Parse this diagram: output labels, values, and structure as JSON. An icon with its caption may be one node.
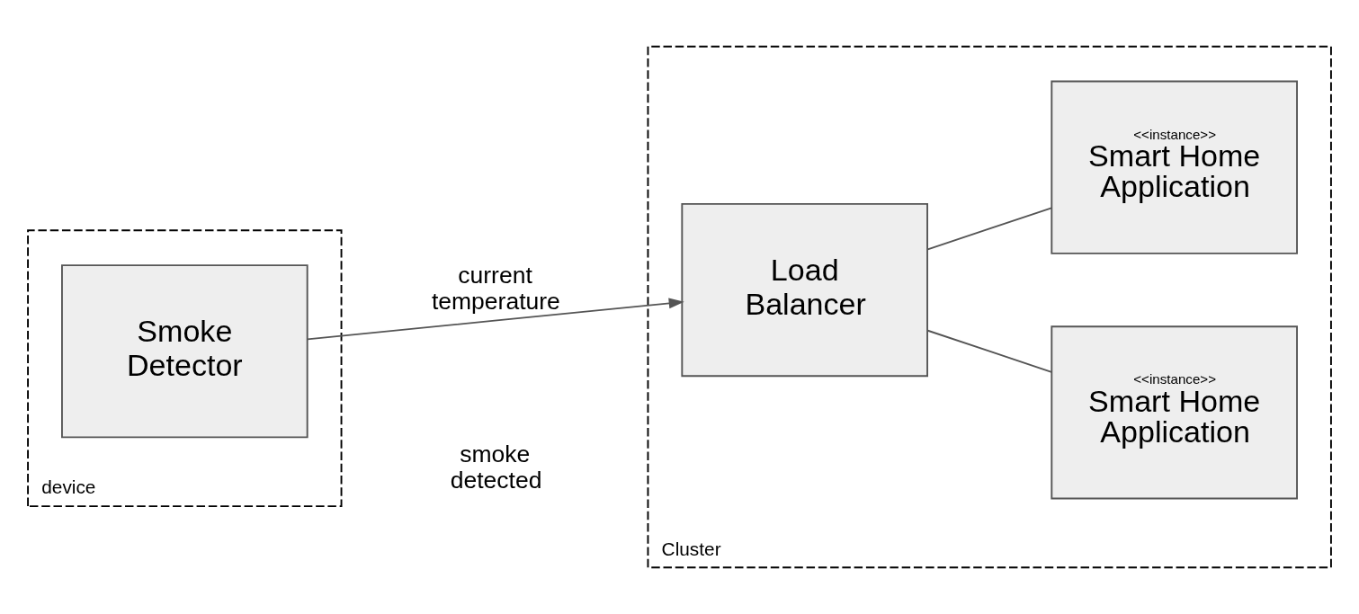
{
  "diagram": {
    "nodes": [
      {
        "text": [
          "device"
        ]
      },
      {
        "text": [
          "Smoke Detector"
        ],
        "in": 0
      },
      {
        "text": [
          "Cluster"
        ]
      },
      {
        "text": [
          "Load Balancer"
        ],
        "in": 2
      },
      {
        "text": [
          "<<instance>>",
          "Smart Home Application"
        ],
        "in": 2
      },
      {
        "text": [
          "<<instance>>",
          "Smart Home Application"
        ],
        "in": 2
      }
    ],
    "edges": [
      {
        "from": 1,
        "to": 3,
        "arrow": "to",
        "label": "current temperature"
      },
      {
        "from": 3,
        "to": 4,
        "arrow": "none"
      },
      {
        "from": 3,
        "to": 5,
        "arrow": "none"
      }
    ],
    "labels": [
      "smoke detected"
    ]
  }
}
